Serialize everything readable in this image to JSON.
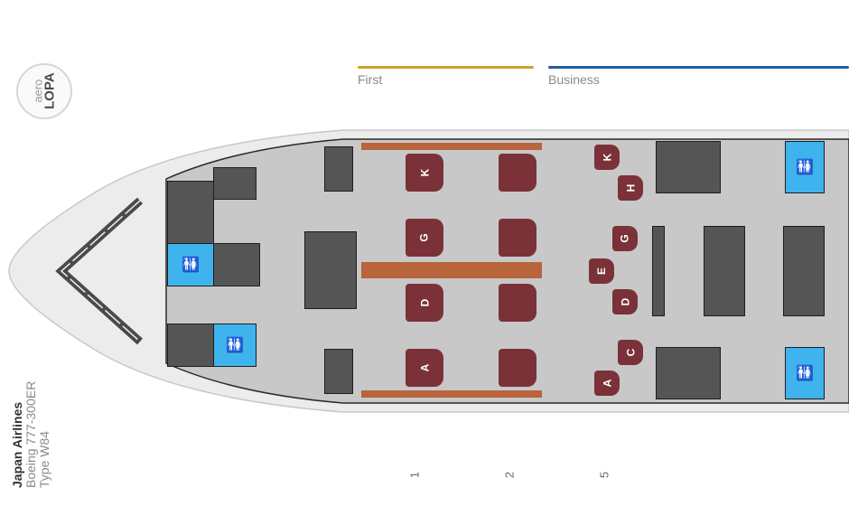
{
  "logo": {
    "line1": "aero",
    "line2": "LOPA"
  },
  "aircraft": {
    "airline": "Japan Airlines",
    "model": "Boeing 777-300ER",
    "type": "Type W84"
  },
  "cabin_classes": [
    {
      "label": "First",
      "color": "#d1a02a"
    },
    {
      "label": "Business",
      "color": "#1f5f9c"
    }
  ],
  "row_numbers": [
    "1",
    "2",
    "5"
  ],
  "first_class": {
    "row1_seats": [
      "K",
      "G",
      "D",
      "A"
    ],
    "seat_color": "#7a3238",
    "suite_panel_color": "#b8643c"
  },
  "business_class": {
    "row5_seats": [
      "K",
      "H",
      "G",
      "E",
      "D",
      "C",
      "A"
    ]
  },
  "colors": {
    "lavatory": "#3fb3ee",
    "galley": "#555555",
    "cabin_floor": "#c8c8c8",
    "fuselage": "#ececec"
  }
}
